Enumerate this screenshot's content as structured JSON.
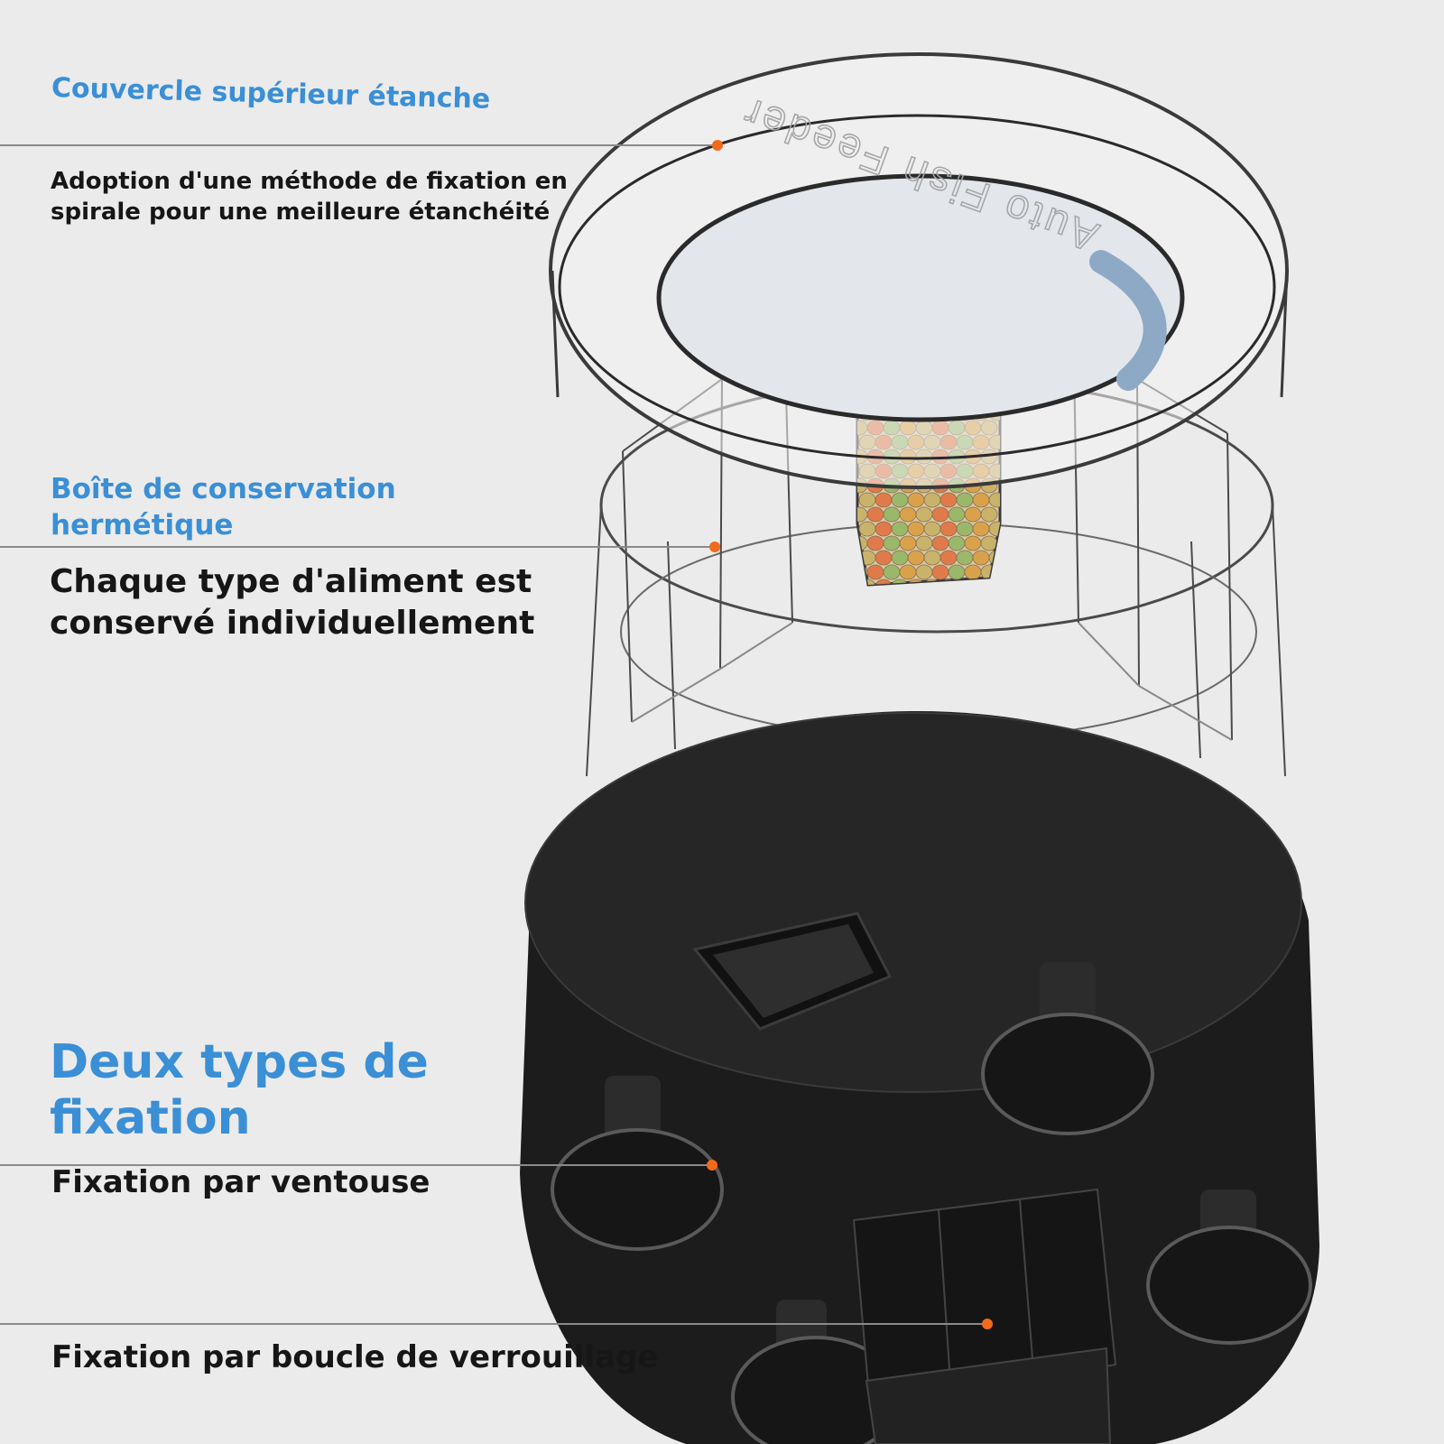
{
  "colors": {
    "background": "#ebebeb",
    "heading": "#3a8fd6",
    "body_text": "#161616",
    "leader_line": "#8a8a8a",
    "marker_dot": "#f26a1b",
    "device_body": "#1c1c1c",
    "food_pellets": [
      "#d9a24a",
      "#9ab86a",
      "#e07a4a",
      "#c9b36a"
    ]
  },
  "callouts": [
    {
      "title": "Couvercle supérieur étanche",
      "description": [
        "Adoption d'une méthode de fixation en",
        "spirale pour une meilleure étanchéité"
      ]
    },
    {
      "title": [
        "Boîte de conservation",
        "hermétique"
      ],
      "description": [
        "Chaque type d'aliment est",
        "conservé individuellement"
      ]
    },
    {
      "title": [
        "Deux types de",
        "fixation"
      ],
      "description": "Fixation par ventouse"
    },
    {
      "description": "Fixation par boucle de verrouillage"
    }
  ],
  "product_label": "Auto Fish Feeder"
}
